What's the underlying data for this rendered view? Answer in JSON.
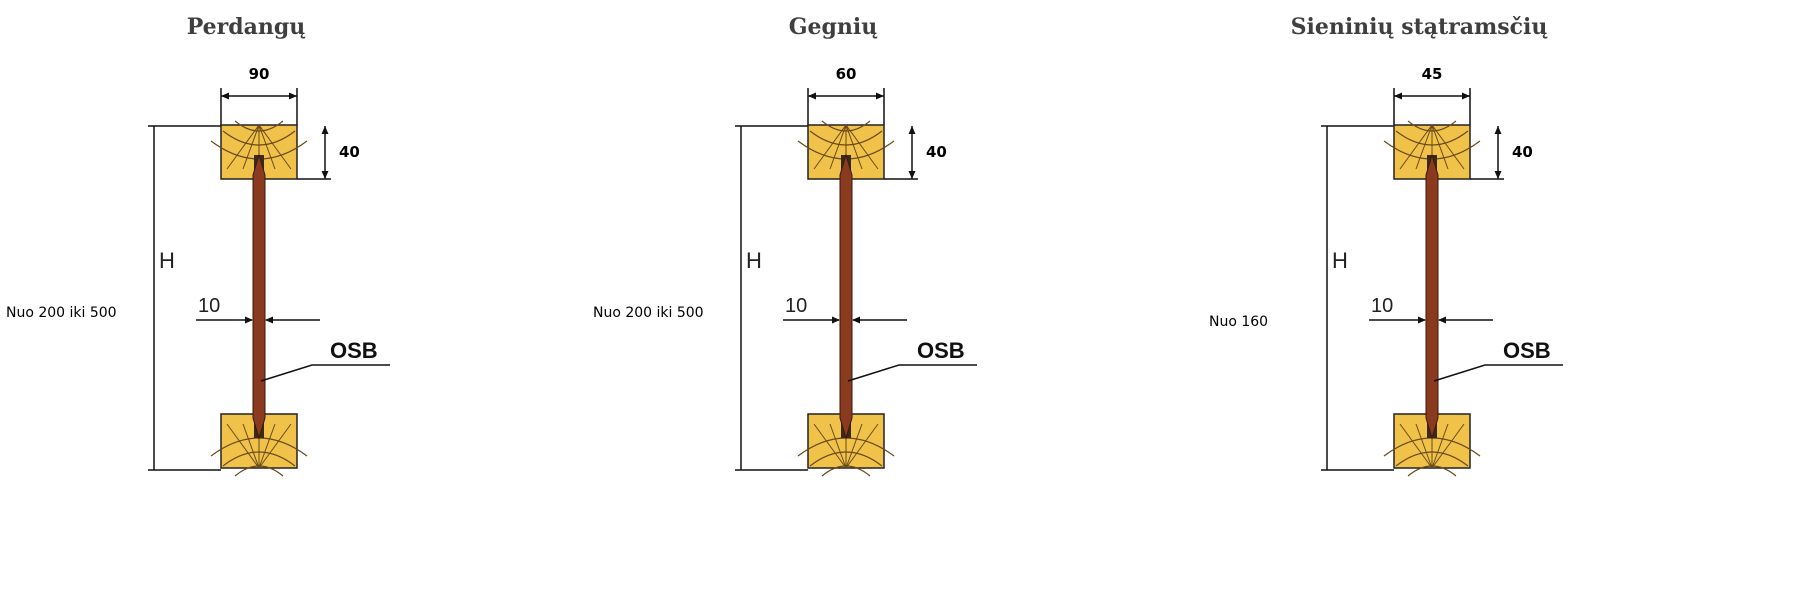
{
  "panels": [
    {
      "title": "Perdangų",
      "flange_width": "90",
      "flange_height": "40",
      "height_symbol": "H",
      "web_thickness": "10",
      "web_material": "OSB",
      "height_range": "Nuo 200 iki 500"
    },
    {
      "title": "Gegnių",
      "flange_width": "60",
      "flange_height": "40",
      "height_symbol": "H",
      "web_thickness": "10",
      "web_material": "OSB",
      "height_range": "Nuo 200 iki 500"
    },
    {
      "title": "Sieninių stątramsčių",
      "flange_width": "45",
      "flange_height": "40",
      "height_symbol": "H",
      "web_thickness": "10",
      "web_material": "OSB",
      "height_range": "Nuo 160"
    }
  ],
  "colors": {
    "wood": "#f0c24a",
    "wood_grain": "#6b4a1a",
    "web": "#8a3a1e",
    "lines": "#111111"
  }
}
